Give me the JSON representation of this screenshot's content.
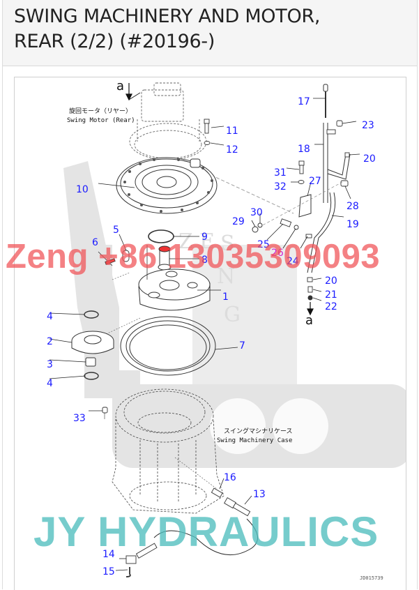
{
  "header": {
    "title_line1": "SWING MACHINERY AND MOTOR,",
    "title_line2": "REAR (2/2) (#20196-)"
  },
  "diagram": {
    "view_marker_top": "a",
    "view_marker_bottom": "a",
    "motor_label_jp": "旋回モータ（リヤー）",
    "motor_label_en": "Swing Motor (Rear)",
    "case_label_jp": "スイングマシナリケース",
    "case_label_en": "Swing Machinery Case",
    "drawing_id": "JD015739",
    "callouts": [
      {
        "num": "1"
      },
      {
        "num": "2"
      },
      {
        "num": "3"
      },
      {
        "num": "4"
      },
      {
        "num": "4"
      },
      {
        "num": "5"
      },
      {
        "num": "6"
      },
      {
        "num": "7"
      },
      {
        "num": "8"
      },
      {
        "num": "9"
      },
      {
        "num": "10"
      },
      {
        "num": "11"
      },
      {
        "num": "12"
      },
      {
        "num": "13"
      },
      {
        "num": "14"
      },
      {
        "num": "15"
      },
      {
        "num": "16"
      },
      {
        "num": "17"
      },
      {
        "num": "18"
      },
      {
        "num": "19"
      },
      {
        "num": "20"
      },
      {
        "num": "20"
      },
      {
        "num": "21"
      },
      {
        "num": "22"
      },
      {
        "num": "23"
      },
      {
        "num": "24"
      },
      {
        "num": "25"
      },
      {
        "num": "26"
      },
      {
        "num": "27"
      },
      {
        "num": "28"
      },
      {
        "num": "29"
      },
      {
        "num": "30"
      },
      {
        "num": "31"
      },
      {
        "num": "32"
      },
      {
        "num": "33"
      }
    ]
  },
  "watermarks": {
    "phone": "Zeng +86 13035309093",
    "brand": "JY HYDRAULICS",
    "logo_letters": "ZENG"
  },
  "colors": {
    "callout": "#1a1aff",
    "callout_alt": "#d020d0",
    "phone_watermark": "#f05055",
    "brand_watermark": "#50bebe",
    "header_bg": "#f5f5f5"
  }
}
